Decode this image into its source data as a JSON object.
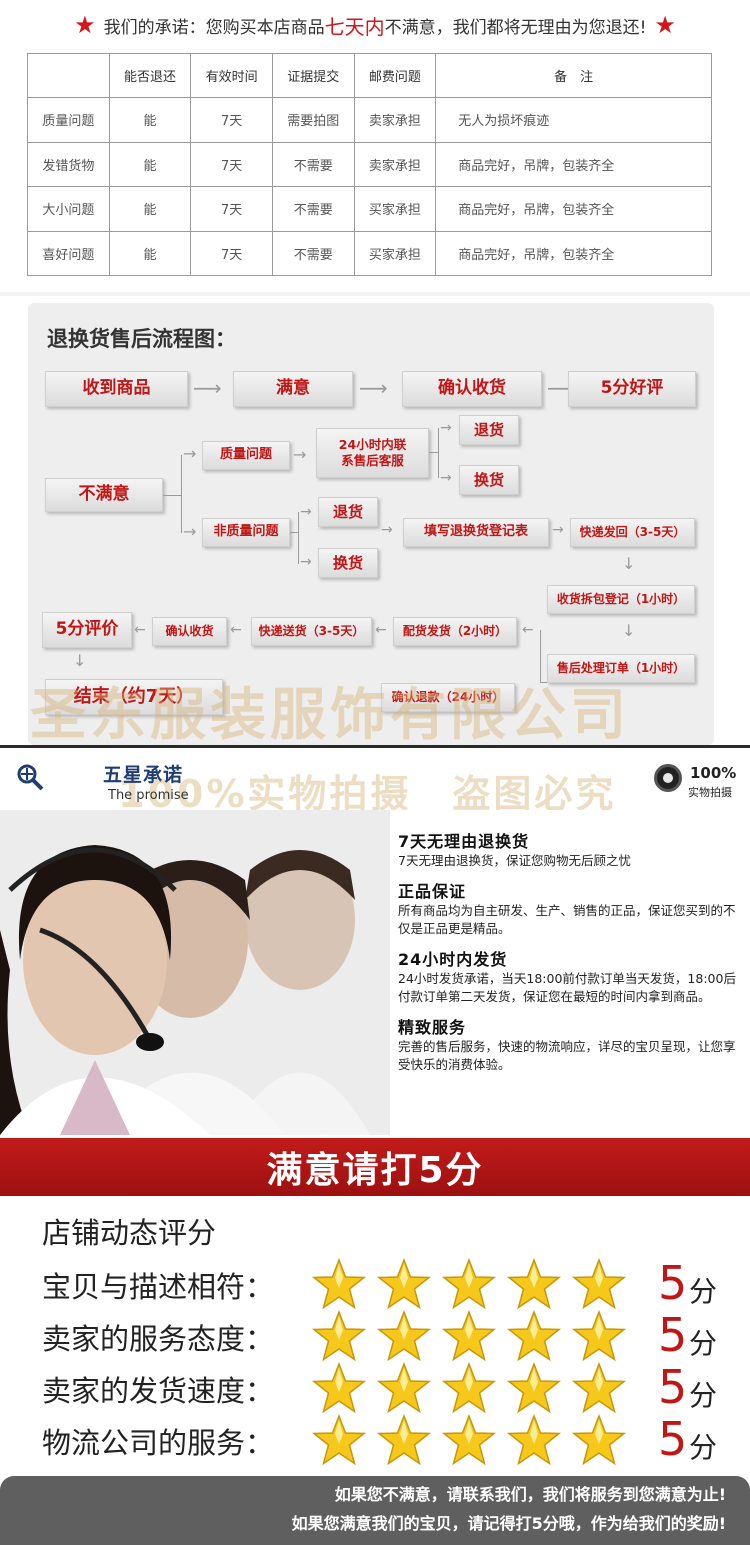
{
  "promise": {
    "prefix": "我们的承诺：您购买本店商品",
    "highlight": "七天内",
    "suffix": "不满意，我们都将无理由为您退还!",
    "star_color": "#d4161b"
  },
  "return_table": {
    "headers": [
      "",
      "能否退还",
      "有效时间",
      "证据提交",
      "邮费问题",
      "备　注"
    ],
    "rows": [
      [
        "质量问题",
        "能",
        "7天",
        "需要拍图",
        "卖家承担",
        "无人为损坏痕迹"
      ],
      [
        "发错货物",
        "能",
        "7天",
        "不需要",
        "卖家承担",
        "商品完好，吊牌，包装齐全"
      ],
      [
        "大小问题",
        "能",
        "7天",
        "不需要",
        "买家承担",
        "商品完好，吊牌，包装齐全"
      ],
      [
        "喜好问题",
        "能",
        "7天",
        "不需要",
        "买家承担",
        "商品完好，吊牌，包装齐全"
      ]
    ]
  },
  "flow": {
    "title": "退换货售后流程图：",
    "receive": "收到商品",
    "satisfied": "满意",
    "confirm_receipt": "确认收货",
    "five_star_review": "5分好评",
    "unsatisfied": "不满意",
    "quality_issue": "质量问题",
    "contact_cs": "24小时内联\n系售后客服",
    "return1": "退货",
    "exchange1": "换货",
    "non_quality_issue": "非质量问题",
    "return2": "退货",
    "exchange2": "换货",
    "fill_form": "填写退换货登记表",
    "express_back": "快递发回（3-5天）",
    "unpack_register": "收货拆包登记（1小时）",
    "process_order": "售后处理订单（1小时）",
    "confirm_refund": "确认退款（24小时）",
    "ship_goods": "配货发货（2小时）",
    "express_deliver": "快递送货（3-5天）",
    "confirm_receipt2": "确认收货",
    "five_point_review": "5分评价",
    "end": "结束（约7天）",
    "watermark": "圣东服装服饰有限公司"
  },
  "promise_header": {
    "title": "五星承诺",
    "subtitle": "The promise",
    "watermark": "100%实物拍摄　盗图必究",
    "badge_pct": "100%",
    "badge_text": "实物拍摄"
  },
  "services": [
    {
      "title": "7天无理由退换货",
      "desc": "7天无理由退换货，保证您购物无后顾之忧"
    },
    {
      "title": "正品保证",
      "desc": "所有商品均为自主研发、生产、销售的正品，保证您买到的不仅是正品更是精品。"
    },
    {
      "title": "24小时内发货",
      "desc": "24小时发货承诺，当天18:00前付款订单当天发货，18:00后付款订单第二天发货，保证您在最短的时间内拿到商品。"
    },
    {
      "title": "精致服务",
      "desc": "完善的售后服务，快速的物流响应，详尽的宝贝呈现，让您享受快乐的消费体验。"
    }
  ],
  "rating": {
    "banner": "满意请打5分",
    "title": "店铺动态评分",
    "rows": [
      {
        "label": "宝贝与描述相符：",
        "stars": 5,
        "score": "5",
        "unit": "分"
      },
      {
        "label": "卖家的服务态度：",
        "stars": 5,
        "score": "5",
        "unit": "分"
      },
      {
        "label": "卖家的发货速度：",
        "stars": 5,
        "score": "5",
        "unit": "分"
      },
      {
        "label": "物流公司的服务：",
        "stars": 5,
        "score": "5",
        "unit": "分"
      }
    ]
  },
  "footer": {
    "line1": "如果您不满意，请联系我们，我们将服务到您满意为止!",
    "line2": "如果您满意我们的宝贝，请记得打5分哦，作为给我们的奖励!"
  }
}
